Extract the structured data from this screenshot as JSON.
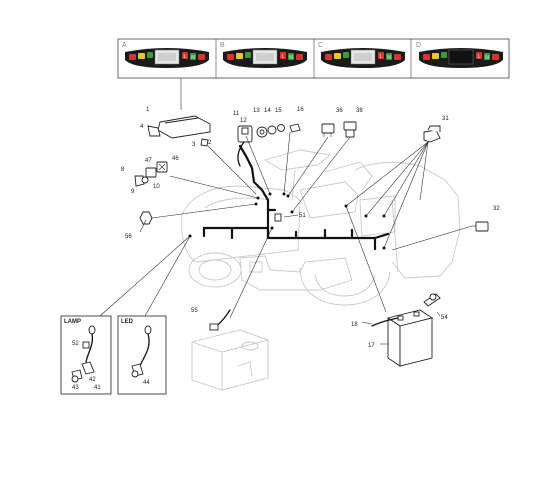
{
  "dashboard_panels": [
    {
      "letter": "A",
      "display": "light"
    },
    {
      "letter": "B",
      "display": "light"
    },
    {
      "letter": "C",
      "display": "light"
    },
    {
      "letter": "D",
      "display": "dark"
    }
  ],
  "colors": {
    "red": "#d9342b",
    "yellow": "#e9c72a",
    "green": "#3d9a3a",
    "panel_body": "#1a1a1a",
    "ghost_outline": "#c9c9c9"
  },
  "panel_symbols": {
    "low": "L",
    "neutral": "N"
  },
  "part_numbers": {
    "p1": "1",
    "p2": "2",
    "p3": "3",
    "p4": "4",
    "p8": "8",
    "p9": "9",
    "p10": "10",
    "p11": "11",
    "p12": "12",
    "p13": "13",
    "p14": "14",
    "p15": "15",
    "p16": "16",
    "p17": "17",
    "p18": "18",
    "p31": "31",
    "p32": "32",
    "p36": "36",
    "p38": "38",
    "p41": "41",
    "p42": "42",
    "p43": "43",
    "p44": "44",
    "p46": "46",
    "p47": "47",
    "p51": "51",
    "p52": "52",
    "p54": "54",
    "p55": "55",
    "p56": "56"
  },
  "insets": {
    "lamp": "LAMP",
    "led": "LED"
  }
}
